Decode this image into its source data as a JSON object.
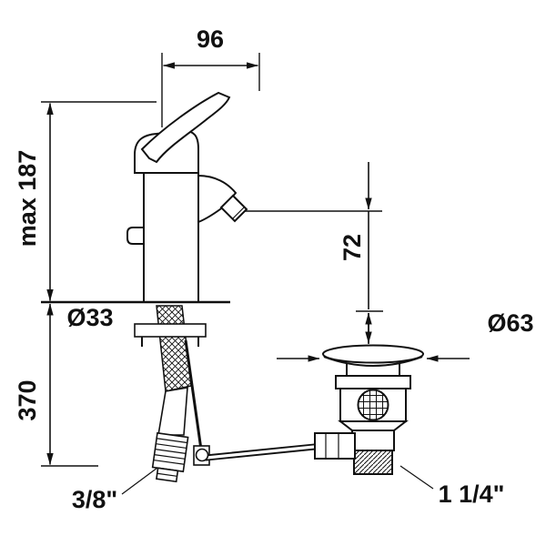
{
  "drawing": {
    "background": "#ffffff",
    "line_color": "#111111",
    "labels": {
      "spout_projection": "96",
      "max_height": "max 187",
      "spout_height": "72",
      "install_depth": "370",
      "hole_diameter": "Ø33",
      "flange_diameter": "Ø63",
      "supply_connection": "3/8\"",
      "waste_size": "1 1/4\""
    }
  }
}
